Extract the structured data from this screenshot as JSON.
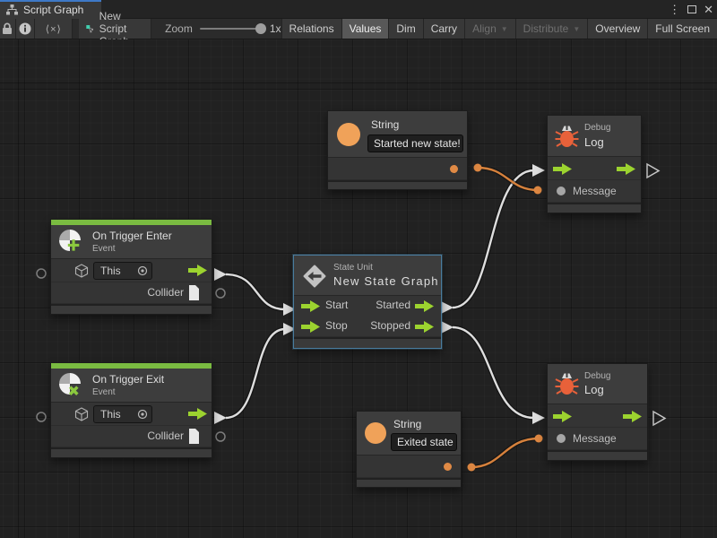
{
  "titlebar": {
    "tab_label": "Script Graph",
    "overflow_menu_glyph": "⋮",
    "close_glyph": "✕"
  },
  "toolbar": {
    "code_glyph": "⟨×⟩",
    "graph_name": "New Script Graph",
    "zoom_label": "Zoom",
    "zoom_value": "1x",
    "buttons": {
      "relations": "Relations",
      "values": "Values",
      "dim": "Dim",
      "carry": "Carry",
      "align": "Align",
      "distribute": "Distribute",
      "overview": "Overview",
      "fullscreen": "Full Screen"
    },
    "caret": "▼"
  },
  "nodes": {
    "string_top": {
      "title": "String",
      "value": "Started new state!"
    },
    "debug_top": {
      "category": "Debug",
      "title": "Log",
      "input_label": "Message"
    },
    "trigger_enter": {
      "title": "On Trigger Enter",
      "subtitle": "Event",
      "target_value": "This",
      "output_label": "Collider"
    },
    "state_unit": {
      "category": "State Unit",
      "title": "New State Graph",
      "in1": "Start",
      "in2": "Stop",
      "out1": "Started",
      "out2": "Stopped"
    },
    "trigger_exit": {
      "title": "On Trigger Exit",
      "subtitle": "Event",
      "target_value": "This",
      "output_label": "Collider"
    },
    "string_bottom": {
      "title": "String",
      "value": "Exited state"
    },
    "debug_bottom": {
      "category": "Debug",
      "title": "Log",
      "input_label": "Message"
    }
  },
  "colors": {
    "tab_accent_blue": "#3e79c7",
    "event_stripe_green": "#7abb41",
    "flow_green": "#9cd32f",
    "value_orange": "#f0a259",
    "wire_orange": "#d6813c",
    "bug_orange": "#e8613a",
    "selection_blue": "#4a7c9e",
    "wire_white": "#dedede",
    "canvas_bg": "#212121"
  }
}
